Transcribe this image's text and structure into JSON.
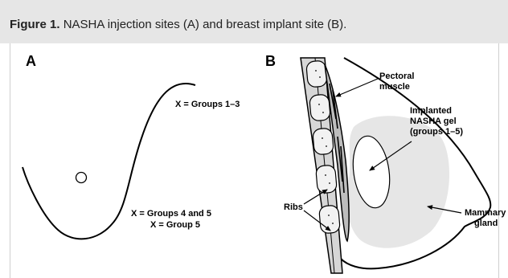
{
  "figure": {
    "caption_prefix": "Figure 1.",
    "caption_text": "NASHA injection sites (A) and breast implant site (B)."
  },
  "panel_a": {
    "label": "A",
    "x_groups_1_3": "X = Groups 1–3",
    "x_groups_4_5": "X = Groups 4 and 5",
    "x_group_5": "X = Group 5"
  },
  "panel_b": {
    "label": "B",
    "pectoral_line1": "Pectoral",
    "pectoral_line2": "muscle",
    "implant_line1": "Implanted",
    "implant_line2": "NASHA gel",
    "implant_line3": "(groups 1–5)",
    "ribs": "Ribs",
    "mammary_line1": "Mammary",
    "mammary_line2": "gland"
  },
  "colors": {
    "header_bg": "#e6e6e6",
    "rib_fill": "#d6d6d6",
    "gland_fill": "#e6e6e6"
  }
}
